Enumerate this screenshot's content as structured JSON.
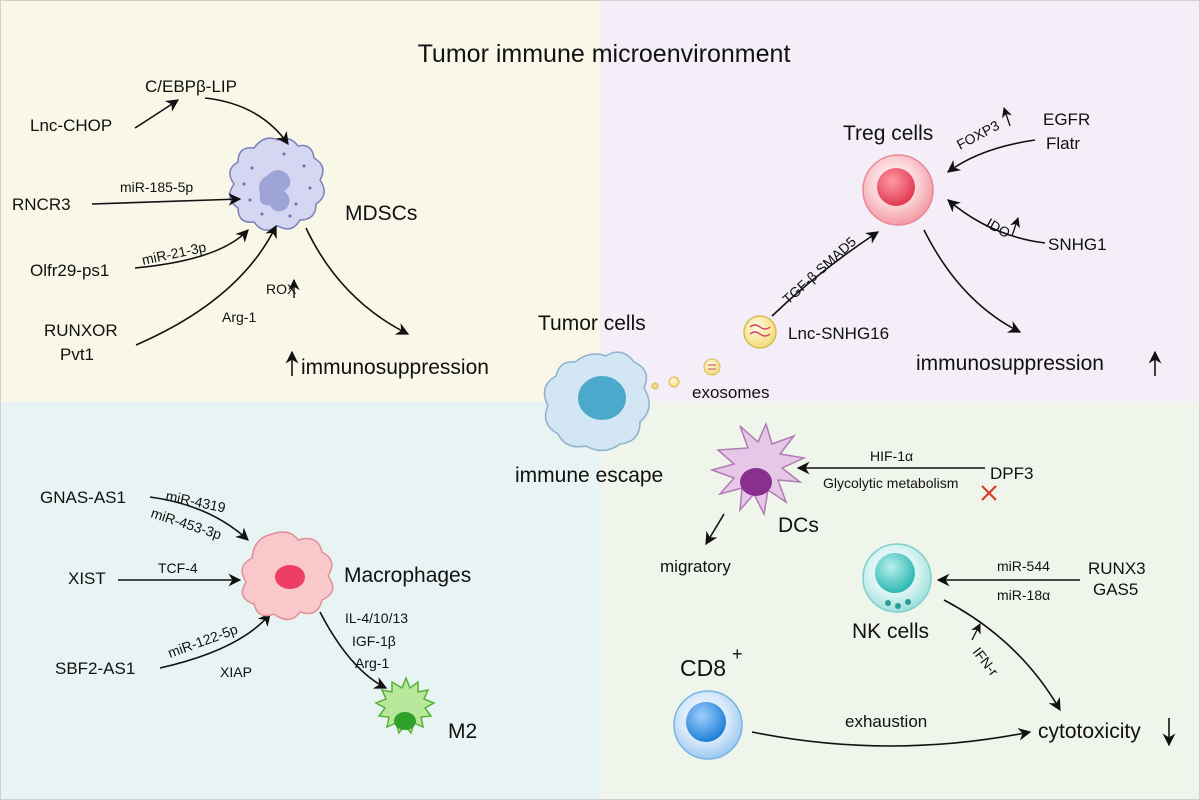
{
  "title": "Tumor immune microenvironment",
  "colors": {
    "q_top_left": "#f8f7e8",
    "q_top_right": "#f3eef7",
    "q_bottom_left": "#e8f4f3",
    "q_bottom_right": "#eff5eb",
    "mdsc": "#d4d6f2",
    "treg": "#f06a7a",
    "tumor": "#d2e6f3",
    "macrophage": "#f5a6ae",
    "m2": "#8fd66e",
    "dc": "#c58ac4",
    "nk": "#66cfcb",
    "cd8": "#4a9be0",
    "inhibit": "#d93c2c"
  },
  "mdsc": {
    "cell_label": "MDSCs",
    "lnc_chop": "Lnc-CHOP",
    "cebp": "C/EBPβ-LIP",
    "rncr3": "RNCR3",
    "mir185": "miR-185-5p",
    "olfr": "Olfr29-ps1",
    "mir21": "miR-21-3p",
    "runxor": "RUNXOR",
    "pvt1": "Pvt1",
    "rox": "ROX",
    "arg1": "Arg-1",
    "outcome": "immunosuppression"
  },
  "treg": {
    "cell_label": "Treg cells",
    "egfr": "EGFR",
    "flatr": "Flatr",
    "foxp3": "FOXP3",
    "ido": "IDO",
    "snhg1": "SNHG1",
    "tgf": "TGF-β SMAD5",
    "snhg16": "Lnc-SNHG16",
    "outcome": "immunosuppression"
  },
  "tumor": {
    "label": "Tumor cells",
    "exosomes": "exosomes",
    "escape": "immune escape"
  },
  "macrophage": {
    "gnas": "GNAS-AS1",
    "mir4319": "miR-4319",
    "mir453": "miR-453-3p",
    "xist": "XIST",
    "tcf4": "TCF-4",
    "sbf2": "SBF2-AS1",
    "mir122": "miR-122-5p",
    "xiap": "XIAP",
    "cell_label": "Macrophages",
    "il": "IL-4/10/13",
    "igf": "IGF-1β",
    "arg1": "Arg-1",
    "m2": "M2"
  },
  "dc": {
    "hif": "HIF-1α",
    "dpf3": "DPF3",
    "glyco": "Glycolytic metabolism",
    "cell_label": "DCs",
    "migratory": "migratory"
  },
  "nk": {
    "mir544": "miR-544",
    "mir18": "miR-18α",
    "runx3": "RUNX3",
    "gas5": "GAS5",
    "cell_label": "NK cells",
    "ifn": "IFN-r"
  },
  "cd8": {
    "label": "CD8",
    "sup": "+",
    "exhaustion": "exhaustion",
    "cytotoxicity": "cytotoxicity"
  }
}
